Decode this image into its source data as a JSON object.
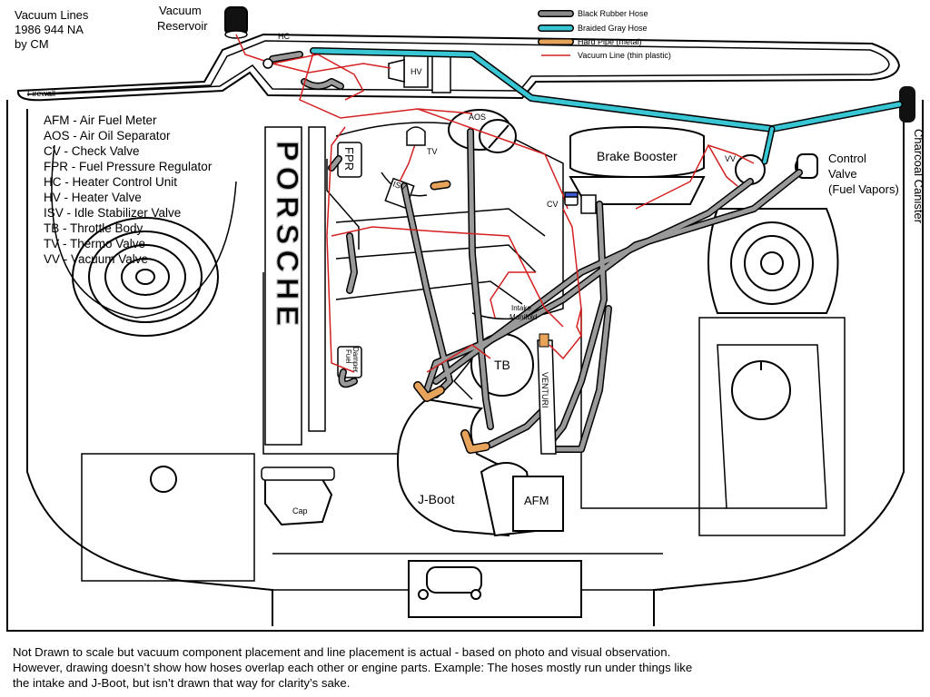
{
  "title": {
    "line1": "Vacuum Lines",
    "line2": "1986 944 NA",
    "line3": "by CM"
  },
  "hose_legend": [
    {
      "label": "Black Rubber Hose",
      "color": "#8a8a8a"
    },
    {
      "label": "Braided Gray Hose",
      "color": "#39c6d4"
    },
    {
      "label": "Hard Pipe (metal)",
      "color": "#e8a35a"
    },
    {
      "label": "Vacuum Line (thin plastic)",
      "color": "#d42020"
    }
  ],
  "abbreviations": [
    "AFM - Air Fuel Meter",
    "AOS - Air Oil Separator",
    "CV - Check Valve",
    "FPR - Fuel Pressure Regulator",
    "HC - Heater Control Unit",
    "HV - Heater Valve",
    "ISV - Idle Stabilizer Valve",
    "TB - Throttle Body",
    "TV - Thermo Valve",
    "VV - Vacuum Valve"
  ],
  "labels": {
    "vacuum_reservoir_1": "Vacuum",
    "vacuum_reservoir_2": "Reservoir",
    "hc": "HC",
    "hv": "HV",
    "firewall": "Firewall",
    "aos": "AOS",
    "fpr": "FPR",
    "tv": "TV",
    "isv": "ISV",
    "brake_booster": "Brake Booster",
    "cv": "CV",
    "vv": "VV",
    "control_valve_1": "Control",
    "control_valve_2": "Valve",
    "control_valve_3": "(Fuel Vapors)",
    "charcoal_canister": "Charcoal Canister",
    "porsche": "PORSCHE",
    "intake_manifold_1": "Intake",
    "intake_manifold_2": "Manifold",
    "tb": "TB",
    "venturi": "VENTURI",
    "fuel_damper_1": "Fuel",
    "fuel_damper_2": "Damper",
    "j_boot": "J-Boot",
    "afm": "AFM",
    "cap": "Cap"
  },
  "note": {
    "line1": "Not Drawn to scale but vacuum component placement and line placement is actual - based on photo and visual observation.",
    "line2": "However, drawing doesn’t show how hoses overlap each other or engine parts. Example: The hoses mostly run under things like",
    "line3": "the intake and J-Boot, but isn’t drawn that way for clarity’s sake."
  }
}
